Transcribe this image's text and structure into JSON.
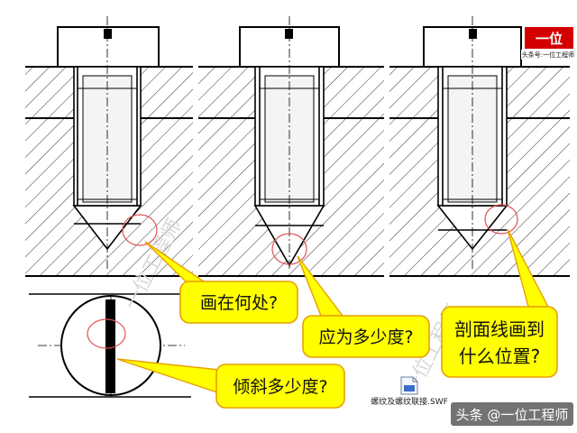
{
  "callouts": {
    "where_to_draw": "画在何处?",
    "what_angle": "应为多少度?",
    "hatch_line_1": "剖面线画到",
    "hatch_line_2": "什么位置?",
    "tilt_angle": "倾斜多少度?"
  },
  "file": {
    "name": "螺纹及螺纹联接.SWF",
    "icon": "swf-file-icon"
  },
  "watermark": {
    "badge": "一位",
    "sub": "头条号:一位工程师",
    "ghost_text": "一位工程师"
  },
  "attribution": "头条 @一位工程师",
  "colors": {
    "callout_fill": "#ffff00",
    "callout_stroke": "#e8a000",
    "highlight_circle": "#e05050",
    "badge": "#d40000",
    "line": "#000000"
  }
}
